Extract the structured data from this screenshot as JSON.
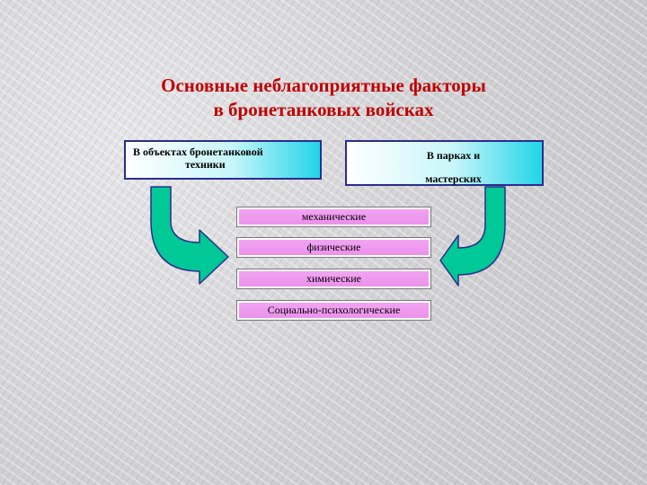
{
  "title": {
    "line1": "Основные неблагоприятные факторы",
    "line2": "в бронетанковых войсках"
  },
  "sources": {
    "left": {
      "line1": "В объектах бронетанковой",
      "line2": "техники"
    },
    "right": {
      "line1": "В парках и",
      "line2": "мастерских"
    }
  },
  "factors": [
    "механические",
    "физические",
    "химические",
    "Социально-психологические"
  ],
  "colors": {
    "title": "#c00000",
    "arrow_fill": "#00c896",
    "arrow_stroke": "#2c2c8c",
    "factor_fill": "#f3a6f3",
    "source_gradient_end": "#22d4e8"
  }
}
